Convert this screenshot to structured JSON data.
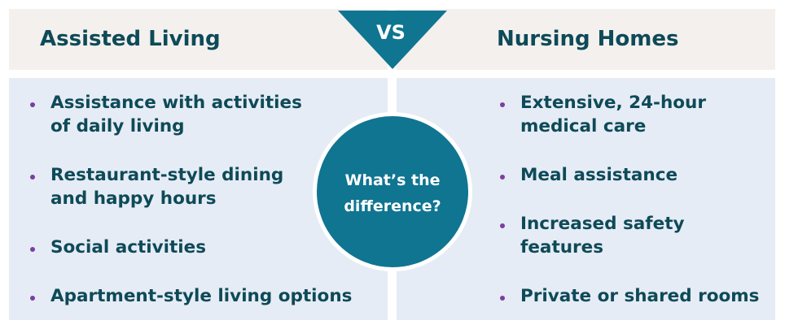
{
  "left": {
    "title": "Assisted Living",
    "items": [
      "Assistance with activities of daily living",
      "Restaurant-style dining and happy hours",
      "Social activities",
      "Apartment-style living options"
    ]
  },
  "right": {
    "title": "Nursing Homes",
    "items": [
      "Extensive, 24-hour medical care",
      "Meal assistance",
      "Increased safety features",
      "Private or shared rooms"
    ]
  },
  "vs_label": "VS",
  "center_text": "What's the difference?",
  "colors": {
    "header_bg": "#f3f0ee",
    "panel_bg": "#e6ecf5",
    "text": "#0e4a58",
    "accent": "#0f7591",
    "bullet": "#7a3fa0"
  }
}
